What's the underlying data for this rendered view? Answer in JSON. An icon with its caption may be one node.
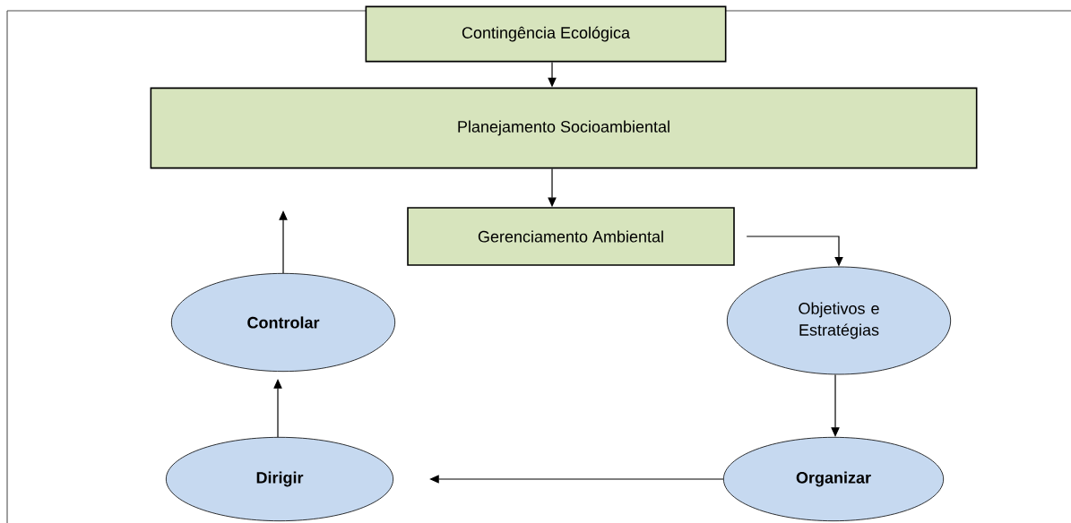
{
  "diagram": {
    "nodes": [
      {
        "text": [
          "Contingência Ecológica"
        ]
      },
      {
        "text": [
          "Planejamento Socioambiental"
        ]
      },
      {
        "text": [
          "Gerenciamento Ambiental"
        ]
      },
      {
        "text": [
          "Controlar"
        ]
      },
      {
        "text": [
          "Objetivos e Estratégias"
        ]
      },
      {
        "text": [
          "Dirigir"
        ]
      },
      {
        "text": [
          "Organizar"
        ]
      }
    ],
    "edges": [
      {
        "from": 0,
        "to": 1,
        "arrow": "to"
      },
      {
        "from": 1,
        "to": 2,
        "arrow": "to"
      },
      {
        "from": 2,
        "to": 4,
        "arrow": "to"
      },
      {
        "from": 4,
        "to": 6,
        "arrow": "to"
      },
      {
        "from": 6,
        "to": 5,
        "arrow": "to"
      },
      {
        "from": 5,
        "to": 3,
        "arrow": "to"
      },
      {
        "from": 3,
        "to": null,
        "arrow": "to"
      }
    ]
  }
}
